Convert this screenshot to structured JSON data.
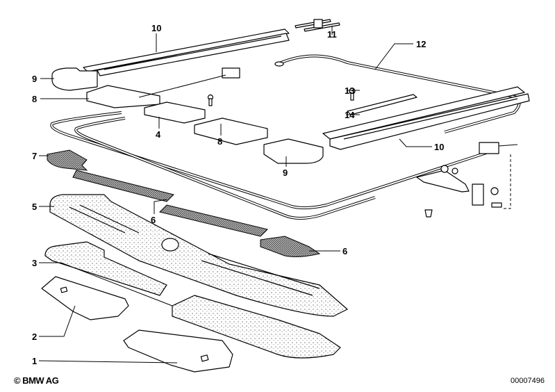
{
  "diagram": {
    "type": "exploded-parts-diagram",
    "subject": "Sunroof seals / sliding roof parts",
    "callouts": [
      {
        "id": "c1",
        "label": "1"
      },
      {
        "id": "c2",
        "label": "2"
      },
      {
        "id": "c3",
        "label": "3"
      },
      {
        "id": "c4",
        "label": "4"
      },
      {
        "id": "c5",
        "label": "5"
      },
      {
        "id": "c6a",
        "label": "6"
      },
      {
        "id": "c6b",
        "label": "6"
      },
      {
        "id": "c7",
        "label": "7"
      },
      {
        "id": "c8a",
        "label": "8"
      },
      {
        "id": "c8b",
        "label": "8"
      },
      {
        "id": "c9a",
        "label": "9"
      },
      {
        "id": "c9b",
        "label": "9"
      },
      {
        "id": "c10a",
        "label": "10"
      },
      {
        "id": "c10b",
        "label": "10"
      },
      {
        "id": "c11",
        "label": "11"
      },
      {
        "id": "c12",
        "label": "12"
      },
      {
        "id": "c13",
        "label": "13"
      },
      {
        "id": "c14",
        "label": "14"
      }
    ]
  },
  "footer": {
    "copyright": "© BMW AG",
    "document_number": "00007496"
  }
}
